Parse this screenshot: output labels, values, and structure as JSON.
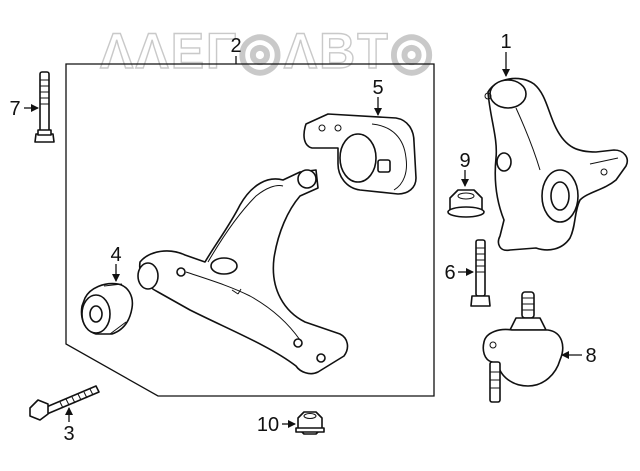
{
  "watermark": {
    "text": "ΛΛΕΓ◎ΛΒΤ◎",
    "color": "#c9c9c9"
  },
  "callouts": [
    {
      "id": "1",
      "label": "1"
    },
    {
      "id": "2",
      "label": "2"
    },
    {
      "id": "3",
      "label": "3"
    },
    {
      "id": "4",
      "label": "4"
    },
    {
      "id": "5",
      "label": "5"
    },
    {
      "id": "6",
      "label": "6"
    },
    {
      "id": "7",
      "label": "7"
    },
    {
      "id": "8",
      "label": "8"
    },
    {
      "id": "9",
      "label": "9"
    },
    {
      "id": "10",
      "label": "10"
    }
  ],
  "parts": [
    {
      "callout": "1",
      "icon": "steering-knuckle-icon"
    },
    {
      "callout": "2",
      "icon": "control-arm-assembly-icon"
    },
    {
      "callout": "3",
      "icon": "long-bolt-icon"
    },
    {
      "callout": "4",
      "icon": "front-bushing-icon"
    },
    {
      "callout": "5",
      "icon": "rear-bushing-bracket-icon"
    },
    {
      "callout": "6",
      "icon": "bolt-icon"
    },
    {
      "callout": "7",
      "icon": "bolt-icon"
    },
    {
      "callout": "8",
      "icon": "ball-joint-icon"
    },
    {
      "callout": "9",
      "icon": "flange-nut-icon"
    },
    {
      "callout": "10",
      "icon": "nut-icon"
    }
  ]
}
